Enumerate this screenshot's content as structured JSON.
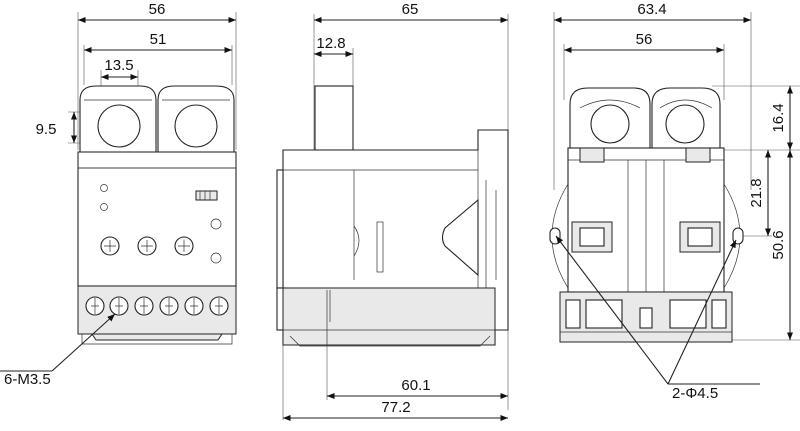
{
  "front_view": {
    "dim_total_width": "56",
    "dim_inner_width": "51",
    "dim_hole_spacing": "13.5",
    "dim_hole_height": "9.5",
    "callout_terminals": "6-M3.5"
  },
  "side_view": {
    "dim_total_depth": "65",
    "dim_offset": "12.8",
    "dim_base_depth": "60.1",
    "dim_overall_depth": "77.2"
  },
  "rear_view": {
    "dim_total_width": "63.4",
    "dim_inner_width": "56",
    "dim_top_height": "16.4",
    "dim_hole_height": "21.8",
    "dim_total_height": "50.6",
    "callout_holes": "2-Φ4.5"
  }
}
